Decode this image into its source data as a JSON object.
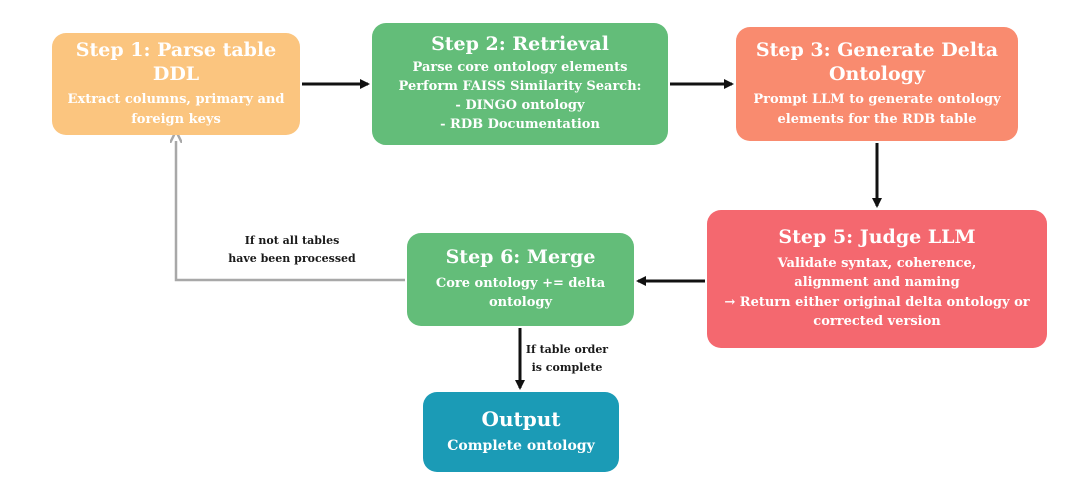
{
  "colors": {
    "step1": "#fbc57f",
    "step2": "#63bd79",
    "step3": "#f98b6f",
    "step5": "#f4686f",
    "step6": "#63bd79",
    "output": "#1b9bb6",
    "arrow_main": "#111111",
    "arrow_loop": "#a8a8a8"
  },
  "steps": {
    "step1": {
      "title": "Step 1: Parse table DDL",
      "lines": [
        "Extract columns, primary and",
        "foreign keys"
      ]
    },
    "step2": {
      "title": "Step 2: Retrieval",
      "lines": [
        "Parse core ontology elements",
        "Perform FAISS Similarity Search:",
        "- DINGO ontology",
        "- RDB Documentation"
      ]
    },
    "step3": {
      "title_lines": [
        "Step 3: Generate Delta",
        "Ontology"
      ],
      "lines": [
        "Prompt LLM to generate ontology",
        "elements for the RDB table"
      ]
    },
    "step5": {
      "title": "Step 5: Judge LLM",
      "lines": [
        "Validate syntax, coherence,",
        "alignment and naming",
        "→ Return either original delta ontology or",
        "corrected version"
      ]
    },
    "step6": {
      "title": "Step 6: Merge",
      "lines": [
        "Core ontology += delta ontology"
      ]
    },
    "output": {
      "title": "Output",
      "lines": [
        "Complete ontology"
      ]
    }
  },
  "edge_labels": {
    "loop": [
      "If not all tables",
      "have been processed"
    ],
    "complete": [
      "If table order",
      "is complete"
    ]
  }
}
